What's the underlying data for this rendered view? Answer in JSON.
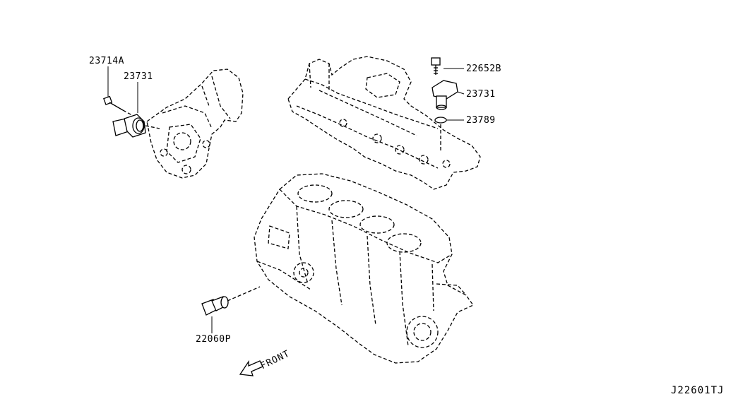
{
  "diagram": {
    "part_labels": [
      {
        "id": "p1",
        "text": "23714A"
      },
      {
        "id": "p2",
        "text": "23731"
      },
      {
        "id": "p3",
        "text": "22652B"
      },
      {
        "id": "p4",
        "text": "23731"
      },
      {
        "id": "p5",
        "text": "23789"
      },
      {
        "id": "p6",
        "text": "22060P"
      }
    ],
    "front_label": "FRONT",
    "diagram_code": "J22601TJ"
  }
}
